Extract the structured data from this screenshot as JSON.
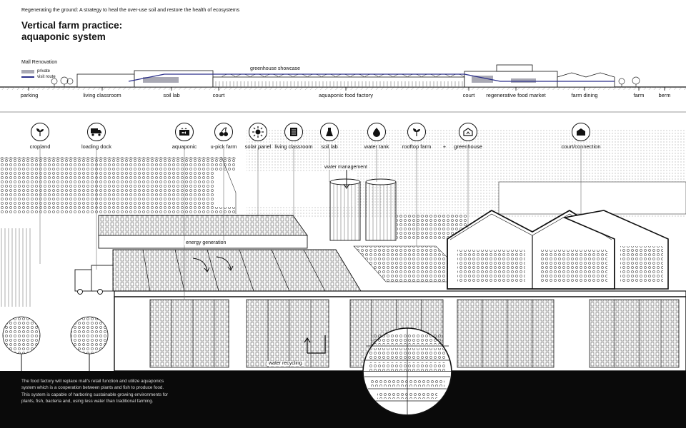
{
  "header": {
    "supertitle": "Regenerating the ground: A strategy to heal the over-use soil and restore the health of ecosystems",
    "title_line1": "Vertical farm practice:",
    "title_line2": "aquaponic system"
  },
  "section": {
    "label": "Mall Renovation",
    "legend": [
      {
        "label": "private",
        "color": "#a9a9b4"
      },
      {
        "label": "visit route",
        "color": "#2a2f8a"
      }
    ],
    "showcase_label": "greenhouse showcase",
    "zones": [
      "parking",
      "living classroom",
      "soil lab",
      "court",
      "aquaponic food factory",
      "court",
      "regenerative food market",
      "farm dining",
      "farm",
      "berm"
    ]
  },
  "icons": [
    {
      "label": "cropland",
      "icon": "sprout-icon"
    },
    {
      "label": "loading dock",
      "icon": "truck-icon"
    },
    {
      "label": "aquaponic",
      "icon": "fish-tank-icon"
    },
    {
      "label": "u-pick farm",
      "icon": "cherry-icon"
    },
    {
      "label": "solar panel",
      "icon": "sun-icon"
    },
    {
      "label": "living classroom",
      "icon": "book-icon"
    },
    {
      "label": "soil lab",
      "icon": "flask-icon"
    },
    {
      "label": "water tank",
      "icon": "water-drop-icon"
    },
    {
      "label": "rooftop farm",
      "icon": "sprout-icon"
    },
    {
      "label": "greenhouse",
      "icon": "greenhouse-icon"
    },
    {
      "label": "court/connection",
      "icon": "barn-icon"
    }
  ],
  "plus_sign": "+",
  "annotations": {
    "water_management": "water management",
    "energy_generation": "energy generation",
    "water_recycling": "water recycling"
  },
  "description": {
    "line1": "The food factory will replace mall's retail function and utilize aquaponics",
    "line2": "system which is a cooperation between plants and fish to produce food.",
    "line3": "This system is capable of harboring sustainable growing environments for",
    "line4": "plants, fish, bacteria and, using less water than traditional farming."
  }
}
